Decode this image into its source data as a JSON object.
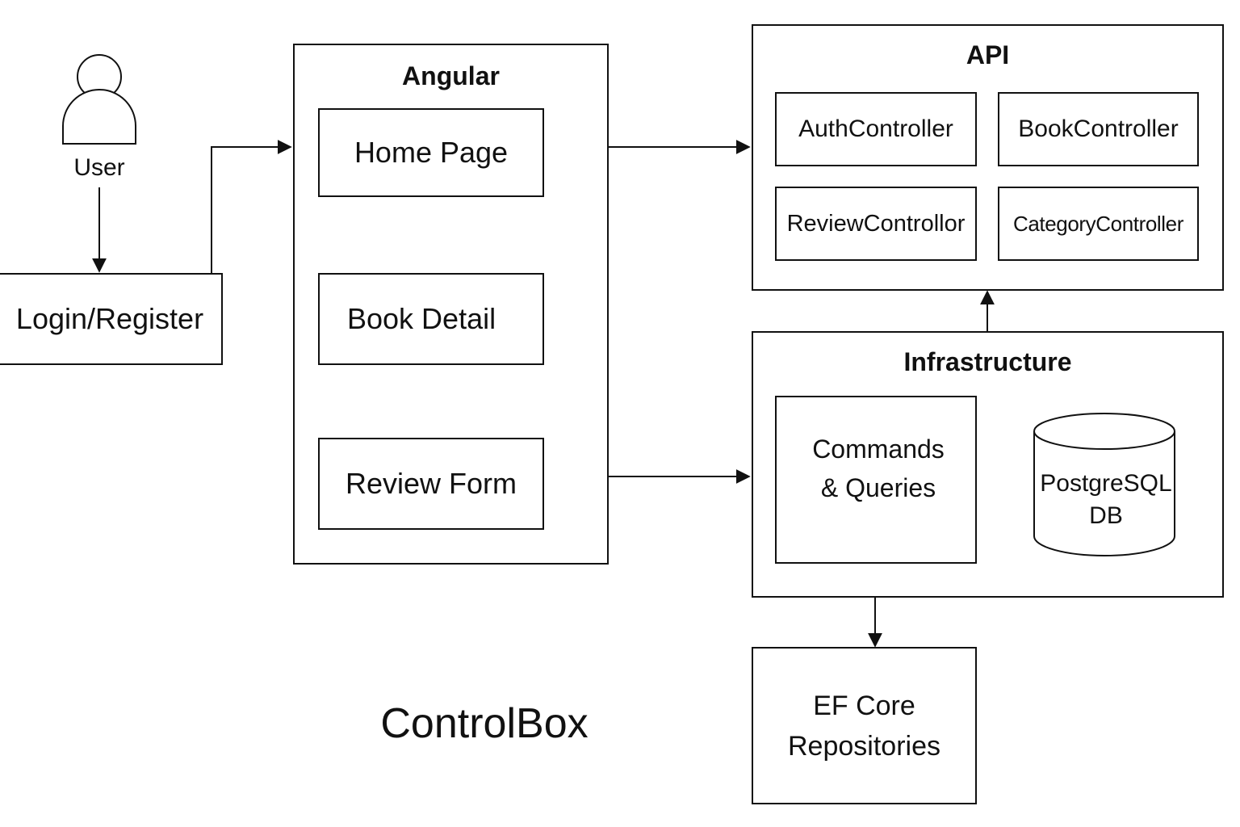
{
  "user": {
    "label": "User"
  },
  "login": {
    "label": "Login/Register"
  },
  "angular": {
    "title": "Angular",
    "pages": [
      {
        "label": "Home Page"
      },
      {
        "label": "Book Detail"
      },
      {
        "label": "Review Form"
      }
    ]
  },
  "api": {
    "title": "API",
    "controllers": [
      {
        "label": "AuthController"
      },
      {
        "label": "BookController"
      },
      {
        "label": "ReviewControllor"
      },
      {
        "label": "CategoryController"
      }
    ]
  },
  "infrastructure": {
    "title": "Infrastructure",
    "commands_label": "Commands & Queries",
    "db_label": "PostgreSQL DB"
  },
  "ef_core": {
    "label": "EF Core Repositories"
  },
  "caption": "ControlBox",
  "colors": {
    "stroke": "#111111",
    "background": "#ffffff"
  }
}
